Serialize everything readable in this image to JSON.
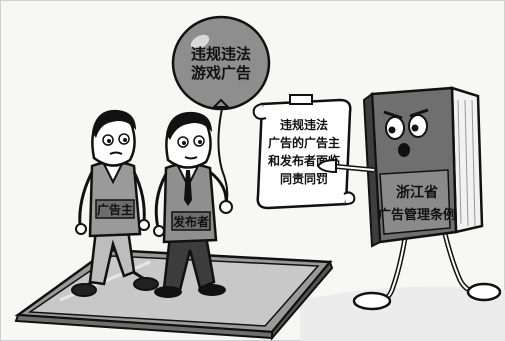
{
  "balloon": {
    "line1": "违规违法",
    "line2": "游戏广告"
  },
  "scroll": {
    "line1": "违规违法",
    "line2": "广告的广告主",
    "line3": "和发布者面临",
    "line4": "同责同罚"
  },
  "book": {
    "line1": "浙江省",
    "line2": "广告管理条例"
  },
  "badges": {
    "advertiser": "广告主",
    "publisher": "发布者"
  },
  "colors": {
    "ink": "#111111",
    "gray": "#8c8c8c",
    "dark_gray": "#5a5a5a",
    "light_gray": "#c9c9c9",
    "paper": "#ffffff"
  }
}
